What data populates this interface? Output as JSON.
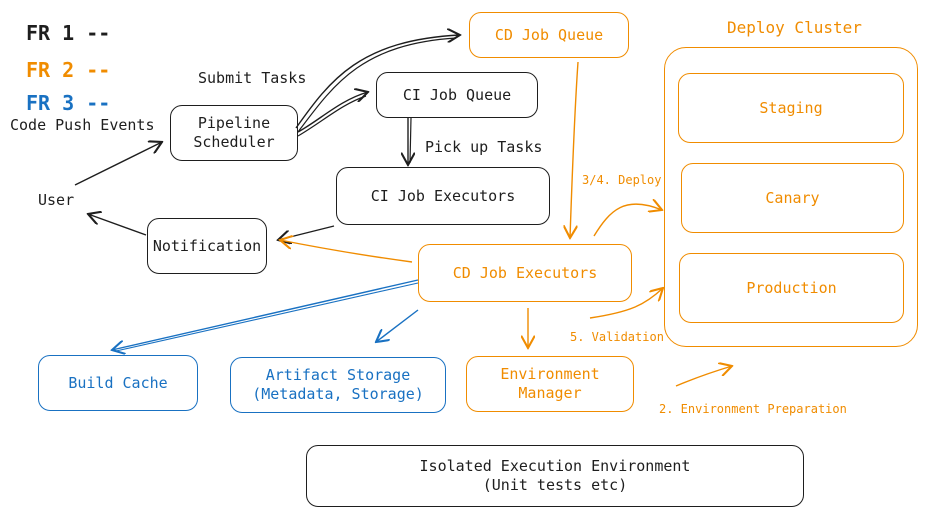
{
  "legend": {
    "fr1": {
      "label": "FR 1 --",
      "color": "#1e1e1e"
    },
    "fr2": {
      "label": "FR 2 --",
      "color": "#f08c00"
    },
    "fr3": {
      "label": "FR 3 --",
      "color": "#1971c2"
    }
  },
  "colors": {
    "black": "#1e1e1e",
    "orange": "#f08c00",
    "blue": "#1971c2"
  },
  "labels": {
    "user": "User",
    "code_push_events": "Code Push Events",
    "submit_tasks": "Submit Tasks",
    "pick_up_tasks": "Pick up Tasks",
    "deploy_step": "3/4. Deploy",
    "validation_step": "5. Validation",
    "env_prep_step": "2. Environment Preparation"
  },
  "nodes": {
    "pipeline_scheduler": "Pipeline Scheduler",
    "ci_job_queue": "CI Job Queue",
    "cd_job_queue": "CD Job Queue",
    "ci_job_executors": "CI Job Executors",
    "cd_job_executors": "CD Job Executors",
    "notification": "Notification",
    "build_cache": "Build Cache",
    "artifact_storage": "Artifact Storage (Metadata, Storage)",
    "environment_manager": "Environment Manager",
    "isolated_env_line1": "Isolated Execution Environment",
    "isolated_env_line2": "(Unit tests etc)"
  },
  "deploy_cluster": {
    "title": "Deploy Cluster",
    "stages": [
      "Staging",
      "Canary",
      "Production"
    ]
  }
}
